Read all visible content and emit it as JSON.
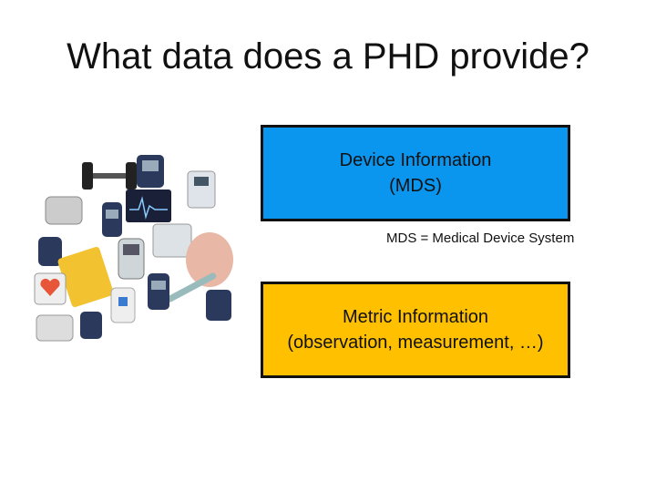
{
  "slide": {
    "title": "What data does a PHD provide?",
    "mds_box": {
      "line1": "Device Information",
      "line2": "(MDS)",
      "color": "#0a95ee"
    },
    "mds_note": "MDS = Medical Device System",
    "metric_box": {
      "line1": "Metric Information",
      "line2": "(observation, measurement, …)",
      "color": "#ffc000"
    }
  }
}
